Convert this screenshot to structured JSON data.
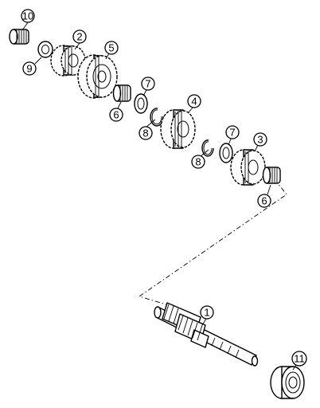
{
  "callouts": {
    "c10": "10",
    "c9": "9",
    "c2": "2",
    "c5": "5",
    "c6a": "6",
    "c7a": "7",
    "c8a": "8",
    "c4": "4",
    "c7b": "7",
    "c8b": "8",
    "c3": "3",
    "c6b": "6",
    "c1": "1",
    "c11": "11"
  }
}
